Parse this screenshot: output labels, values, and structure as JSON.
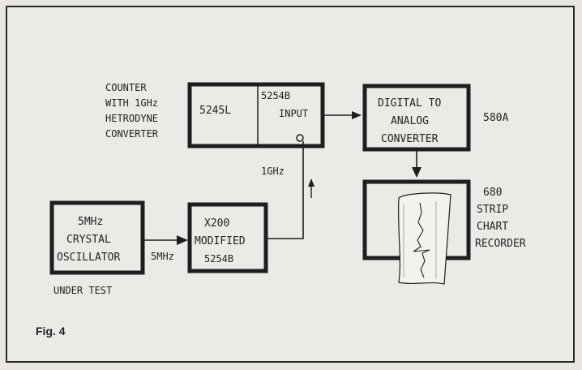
{
  "figure": {
    "caption": "Fig. 4",
    "counter_label": [
      "COUNTER",
      "WITH 1GHz",
      "HETRODYNE",
      "CONVERTER"
    ],
    "counter_model": "5245L",
    "plugin_model": "5254B",
    "plugin_input": "INPUT",
    "dac_text": [
      "DIGITAL TO",
      "ANALOG",
      "CONVERTER"
    ],
    "dac_model": "580A",
    "recorder_label": [
      "680",
      "STRIP",
      "CHART",
      "RECORDER"
    ],
    "oscillator_text": [
      "5MHz",
      "CRYSTAL",
      "OSCILLATOR"
    ],
    "oscillator_note": "UNDER TEST",
    "multiplier_text": [
      "X200",
      "MODIFIED",
      "5254B"
    ],
    "signal_5mhz": "5MHz",
    "signal_1ghz": "1GHz"
  }
}
